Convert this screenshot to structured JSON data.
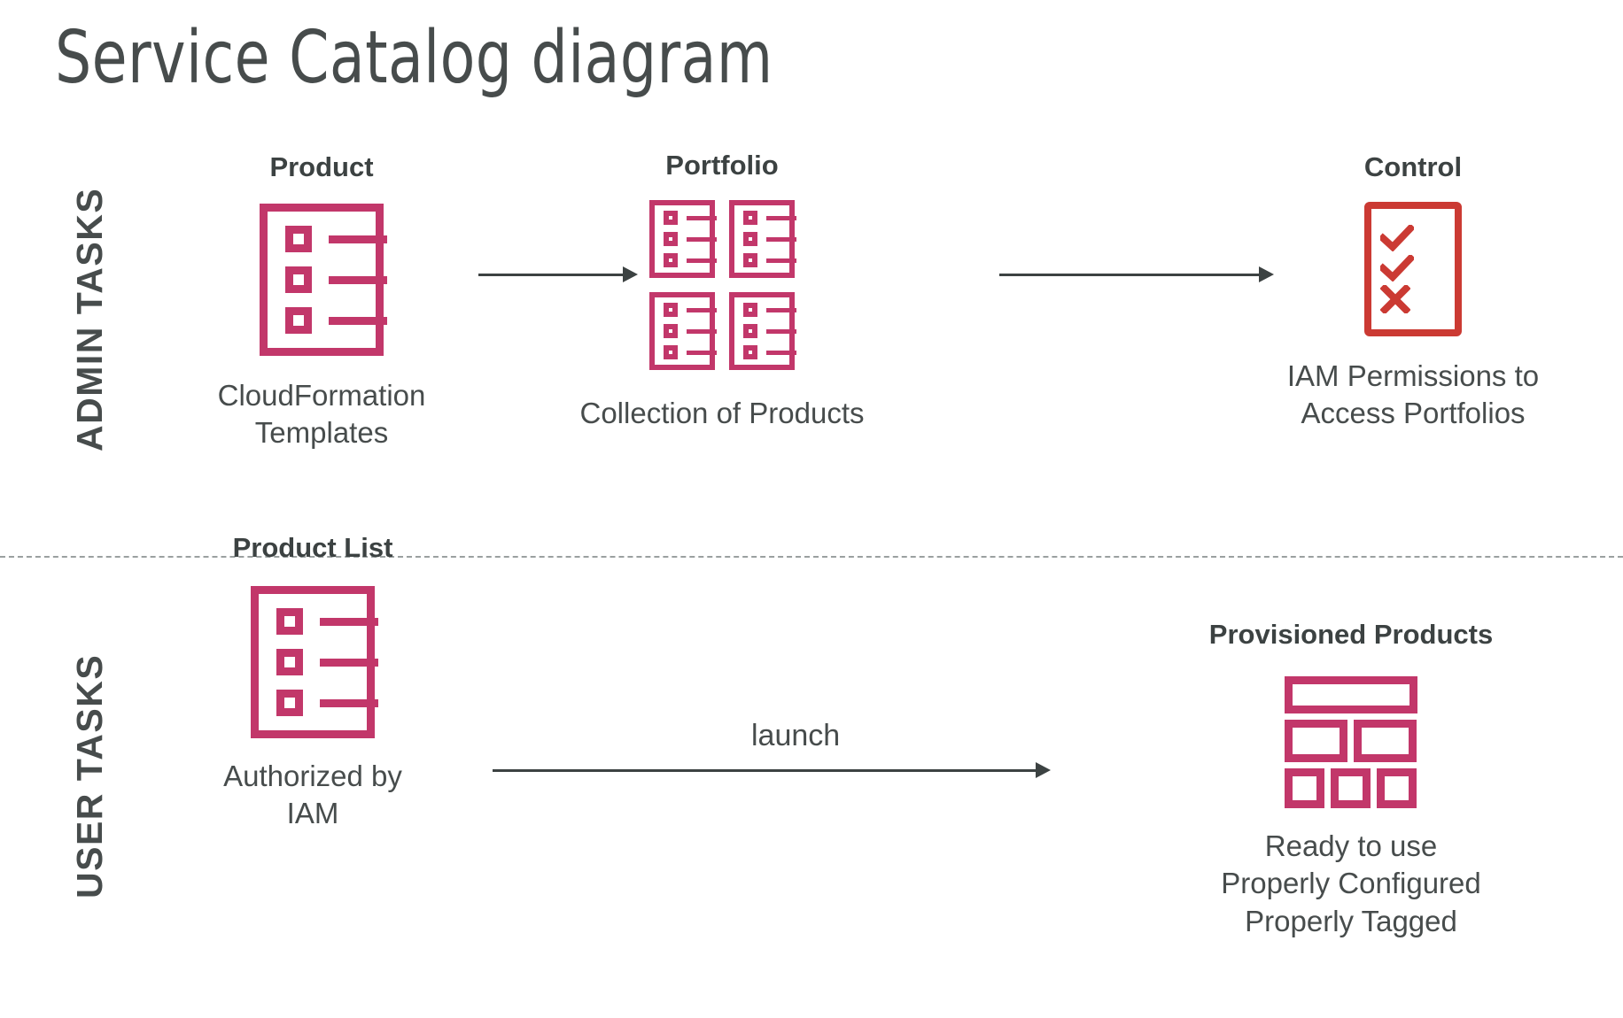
{
  "title": "Service Catalog diagram",
  "colors": {
    "accent_magenta": "#c2376a",
    "accent_red": "#cb3a33",
    "text_dark": "#474c4c",
    "heading_dark": "#3c4242",
    "divider": "#9aa0a0",
    "background": "#ffffff"
  },
  "lanes": [
    {
      "id": "admin",
      "label": "ADMIN TASKS"
    },
    {
      "id": "user",
      "label": "USER TASKS"
    }
  ],
  "admin_row": {
    "nodes": [
      {
        "id": "product",
        "title": "Product",
        "caption": "CloudFormation\nTemplates",
        "icon": "checklist-document-icon"
      },
      {
        "id": "portfolio",
        "title": "Portfolio",
        "caption": "Collection of Products",
        "icon": "portfolio-grid-icon"
      },
      {
        "id": "control",
        "title": "Control",
        "caption": "IAM Permissions to\nAccess Portfolios",
        "icon": "checkmark-checklist-icon"
      }
    ],
    "arrows": [
      {
        "id": "product-to-portfolio",
        "label": ""
      },
      {
        "id": "portfolio-to-control",
        "label": ""
      }
    ]
  },
  "user_row": {
    "nodes": [
      {
        "id": "product-list",
        "title": "Product List",
        "caption": "Authorized by IAM",
        "icon": "checklist-document-icon"
      },
      {
        "id": "provisioned-products",
        "title": "Provisioned Products",
        "caption": "Ready to use\nProperly Configured\nProperly Tagged",
        "icon": "brick-layout-icon"
      }
    ],
    "arrows": [
      {
        "id": "product-list-to-provisioned",
        "label": "launch"
      }
    ]
  }
}
